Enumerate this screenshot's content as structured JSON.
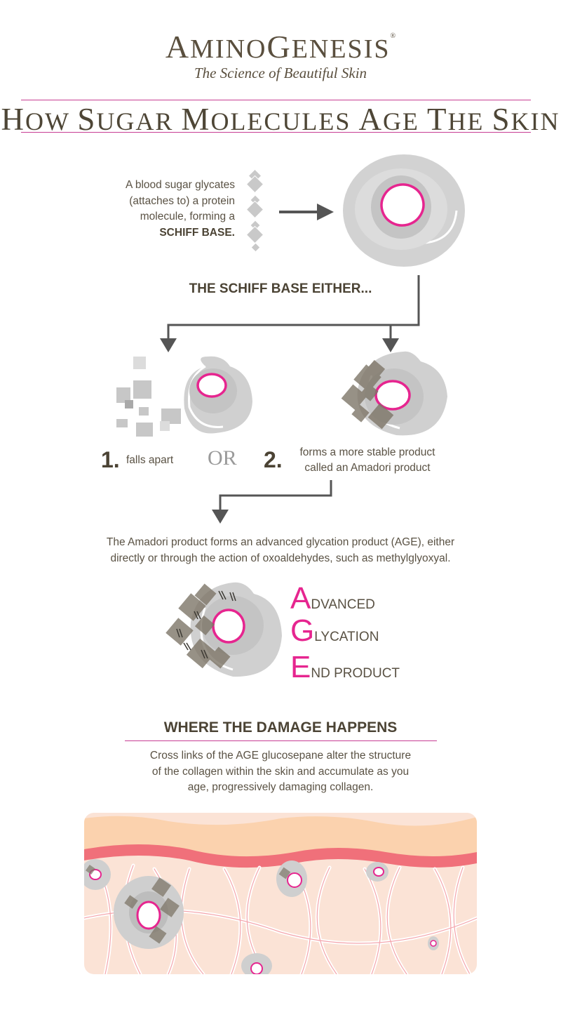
{
  "brand": {
    "first_cap": "A",
    "first_rest": "MINO",
    "second_cap": "G",
    "second_rest": "ENESIS",
    "reg": "®"
  },
  "tagline": "The Science of Beautiful Skin",
  "title": {
    "w1_cap": "H",
    "w1_rest": "OW",
    "w2_cap": "S",
    "w2_rest": "UGAR",
    "w3_cap": "M",
    "w3_rest": "OLECULES",
    "w4_cap": "A",
    "w4_rest": "GE",
    "w5_cap": "T",
    "w5_rest": "HE",
    "w6_cap": "S",
    "w6_rest": "KIN"
  },
  "intro": {
    "line1": "A blood sugar glycates",
    "line2": "(attaches to) a protein",
    "line3": "molecule, forming a",
    "line4": "SCHIFF BASE."
  },
  "schiff_either": "THE SCHIFF BASE EITHER...",
  "options": {
    "one_num": "1.",
    "one_text": "falls apart",
    "or": "OR",
    "two_num": "2.",
    "two_line1": "forms a more stable product",
    "two_line2": "called an Amadori product"
  },
  "amadori": {
    "line1": "The Amadori product forms an advanced glycation product (AGE), either",
    "line2": "directly or through the action of oxoaldehydes, such as methylglyoxyal."
  },
  "age": {
    "a_letter": "A",
    "a_rest": "DVANCED",
    "g_letter": "G",
    "g_rest": "LYCATION",
    "e_letter": "E",
    "e_rest": "ND PRODUCT"
  },
  "where": {
    "heading": "WHERE THE DAMAGE HAPPENS",
    "line1": "Cross links of the AGE glucosepane alter the structure",
    "line2": "of the collagen within the skin and accumulate as you",
    "line3": "age, progressively damaging collagen."
  },
  "colors": {
    "accent": "#e6258f",
    "rule": "#c73d93",
    "text": "#5a5040",
    "cell_outer": "#d7d7d7",
    "cell_inner": "#bdbdbd",
    "skin_top": "#fbd6b3",
    "skin_red": "#f0707a",
    "skin_bg": "#fbe3d6"
  },
  "icons": {
    "molecule_chain": "diamond-chain-icon",
    "cell": "protein-cell-icon",
    "arrow": "arrow-icon",
    "skin": "skin-cross-section-illustration"
  }
}
